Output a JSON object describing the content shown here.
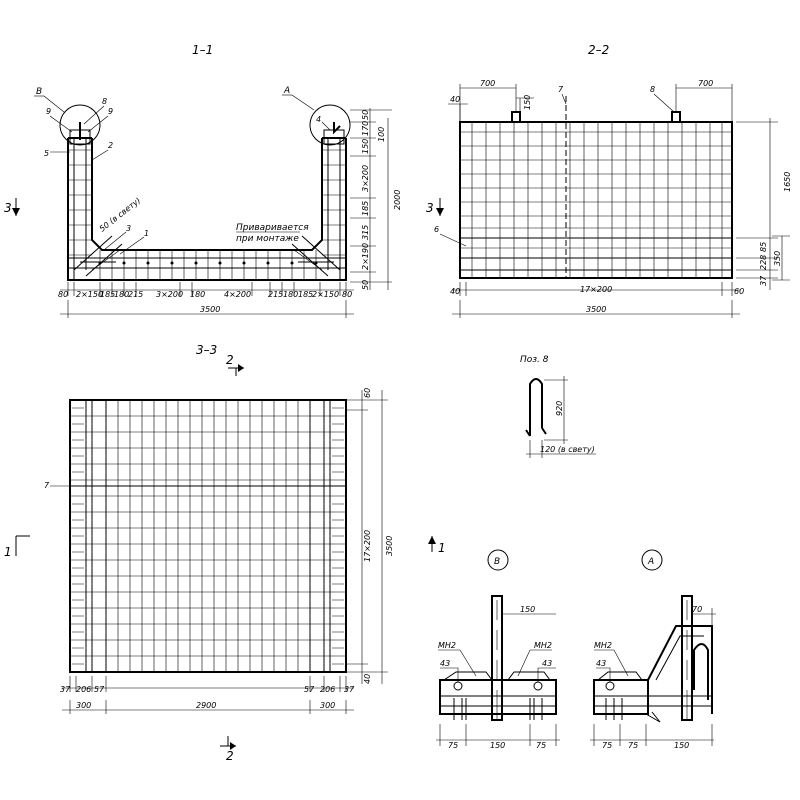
{
  "sections": {
    "s11": {
      "title": "1–1"
    },
    "s22": {
      "title": "2–2"
    },
    "s33": {
      "title": "3–3"
    },
    "poz8": {
      "title": "Поз. 8",
      "dim_height": "920",
      "dim_width": "120 (в свету)"
    },
    "detailB": {
      "label": "В",
      "dim_top": "150",
      "mh_left": "МН2",
      "mh_right": "МН2",
      "dim_43_left": "43",
      "dim_43_right": "43",
      "dims_bottom": [
        "75",
        "150",
        "75"
      ]
    },
    "detailA": {
      "label": "А",
      "dim_top": "70",
      "mh": "МН2",
      "dim_43": "43",
      "dims_bottom": [
        "75",
        "75",
        "150"
      ]
    }
  },
  "s11_labels": {
    "callout_B": "В",
    "callout_A": "А",
    "pos9a": "9",
    "pos8": "8",
    "pos9b": "9",
    "pos5": "5",
    "pos2": "2",
    "pos4": "4",
    "pos3": "3",
    "pos1": "1",
    "inner_clear": "50 (в свету)",
    "note_line1": "Приваривается",
    "note_line2": "при монтаже",
    "cut3": "3",
    "bottom_dims": [
      "80",
      "2×150",
      "185",
      "180",
      "215",
      "3×200",
      "180",
      "4×200",
      "215",
      "180",
      "185",
      "2×150",
      "80"
    ],
    "overall": "3500",
    "right_dims": [
      "50",
      "170",
      "150",
      "3×200",
      "185",
      "315",
      "2×190",
      "50"
    ],
    "right_extra": "100",
    "right_total": "2000"
  },
  "s22_labels": {
    "dim_700_left": "700",
    "dim_700_right": "700",
    "dim_150": "150",
    "dim_40_top": "40",
    "pos7": "7",
    "pos8": "8",
    "pos6": "6",
    "cut3": "3",
    "right_1650": "1650",
    "right_85": "85",
    "right_228": "228",
    "right_350": "350",
    "right_37": "37",
    "bottom_40": "40",
    "bottom_17x200": "17×200",
    "bottom_60": "60",
    "overall": "3500"
  },
  "s33_labels": {
    "cut2_top": "2",
    "cut2_bottom": "2",
    "cut1_left": "1",
    "cut1_right": "1",
    "pos7": "7",
    "right_60": "60",
    "right_17x200": "17×200",
    "right_3500": "3500",
    "right_40": "40",
    "bottom_small": [
      "37",
      "206",
      "57",
      "57",
      "206",
      "37"
    ],
    "bottom_300_left": "300",
    "bottom_2900": "2900",
    "bottom_300_right": "300"
  }
}
